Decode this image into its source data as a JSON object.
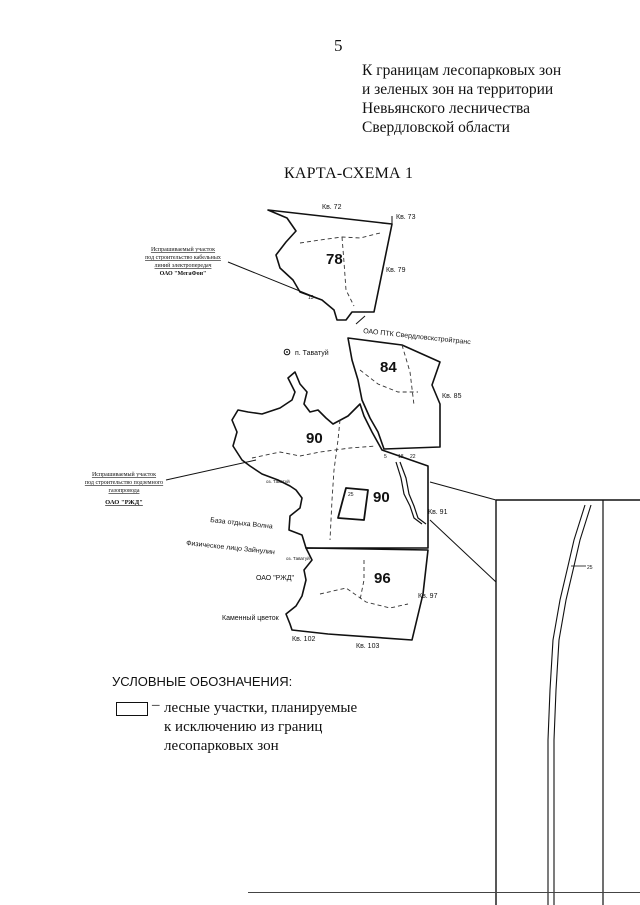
{
  "page": {
    "number": "5",
    "heading_lines": [
      "К границам лесопарковых зон",
      "и зеленых зон на территории",
      "Невьянского лесничества",
      "Свердловской области"
    ],
    "map_title": "КАРТА-СХЕМА 1"
  },
  "map": {
    "quarters": {
      "q78": "78",
      "q84": "84",
      "q90a": "90",
      "q90b": "90",
      "q96": "96"
    },
    "neighbors": {
      "kv72": "Кв. 72",
      "kv73": "Кв. 73",
      "kv79": "Кв. 79",
      "kv85": "Кв. 85",
      "kv91": "Кв. 91",
      "kv97": "Кв. 97",
      "kv102": "Кв. 102",
      "kv103": "Кв. 103"
    },
    "callouts": {
      "cable_line1": "Испрашиваемый участок",
      "cable_line2": "под строительство кабельных",
      "cable_line3": "линий электропередач",
      "cable_line4": "ОАО \"МегаФон\"",
      "pipe_line1": "Испрашиваемый участок",
      "pipe_line2": "под строительство подземного",
      "pipe_line3": "газопровода",
      "pipe_line4": "ОАО \"РЖД\""
    },
    "places": {
      "ptk": "ОАО ПТК Свердловскстройтранс",
      "tavatuy": "п. Таватуй",
      "baza": "База отдыха Волна",
      "zaynulin": "Физическое лицо Зайнулин",
      "rzd": "ОАО \"РЖД\"",
      "kamenny": "Каменный цветок",
      "lake1": "оз. Таватуй",
      "lake2": "оз. Таватуй"
    },
    "small_numbers": {
      "n13": "13",
      "n5": "5",
      "n18": "18",
      "n22": "22",
      "n25": "25",
      "n25b": "25"
    }
  },
  "legend": {
    "title": "УСЛОВНЫЕ ОБОЗНАЧЕНИЯ:",
    "dash": "–",
    "lines": [
      "лесные участки, планируемые",
      "к исключению из границ",
      "лесопарковых зон"
    ]
  },
  "colors": {
    "ink": "#111111",
    "paper": "#ffffff"
  }
}
